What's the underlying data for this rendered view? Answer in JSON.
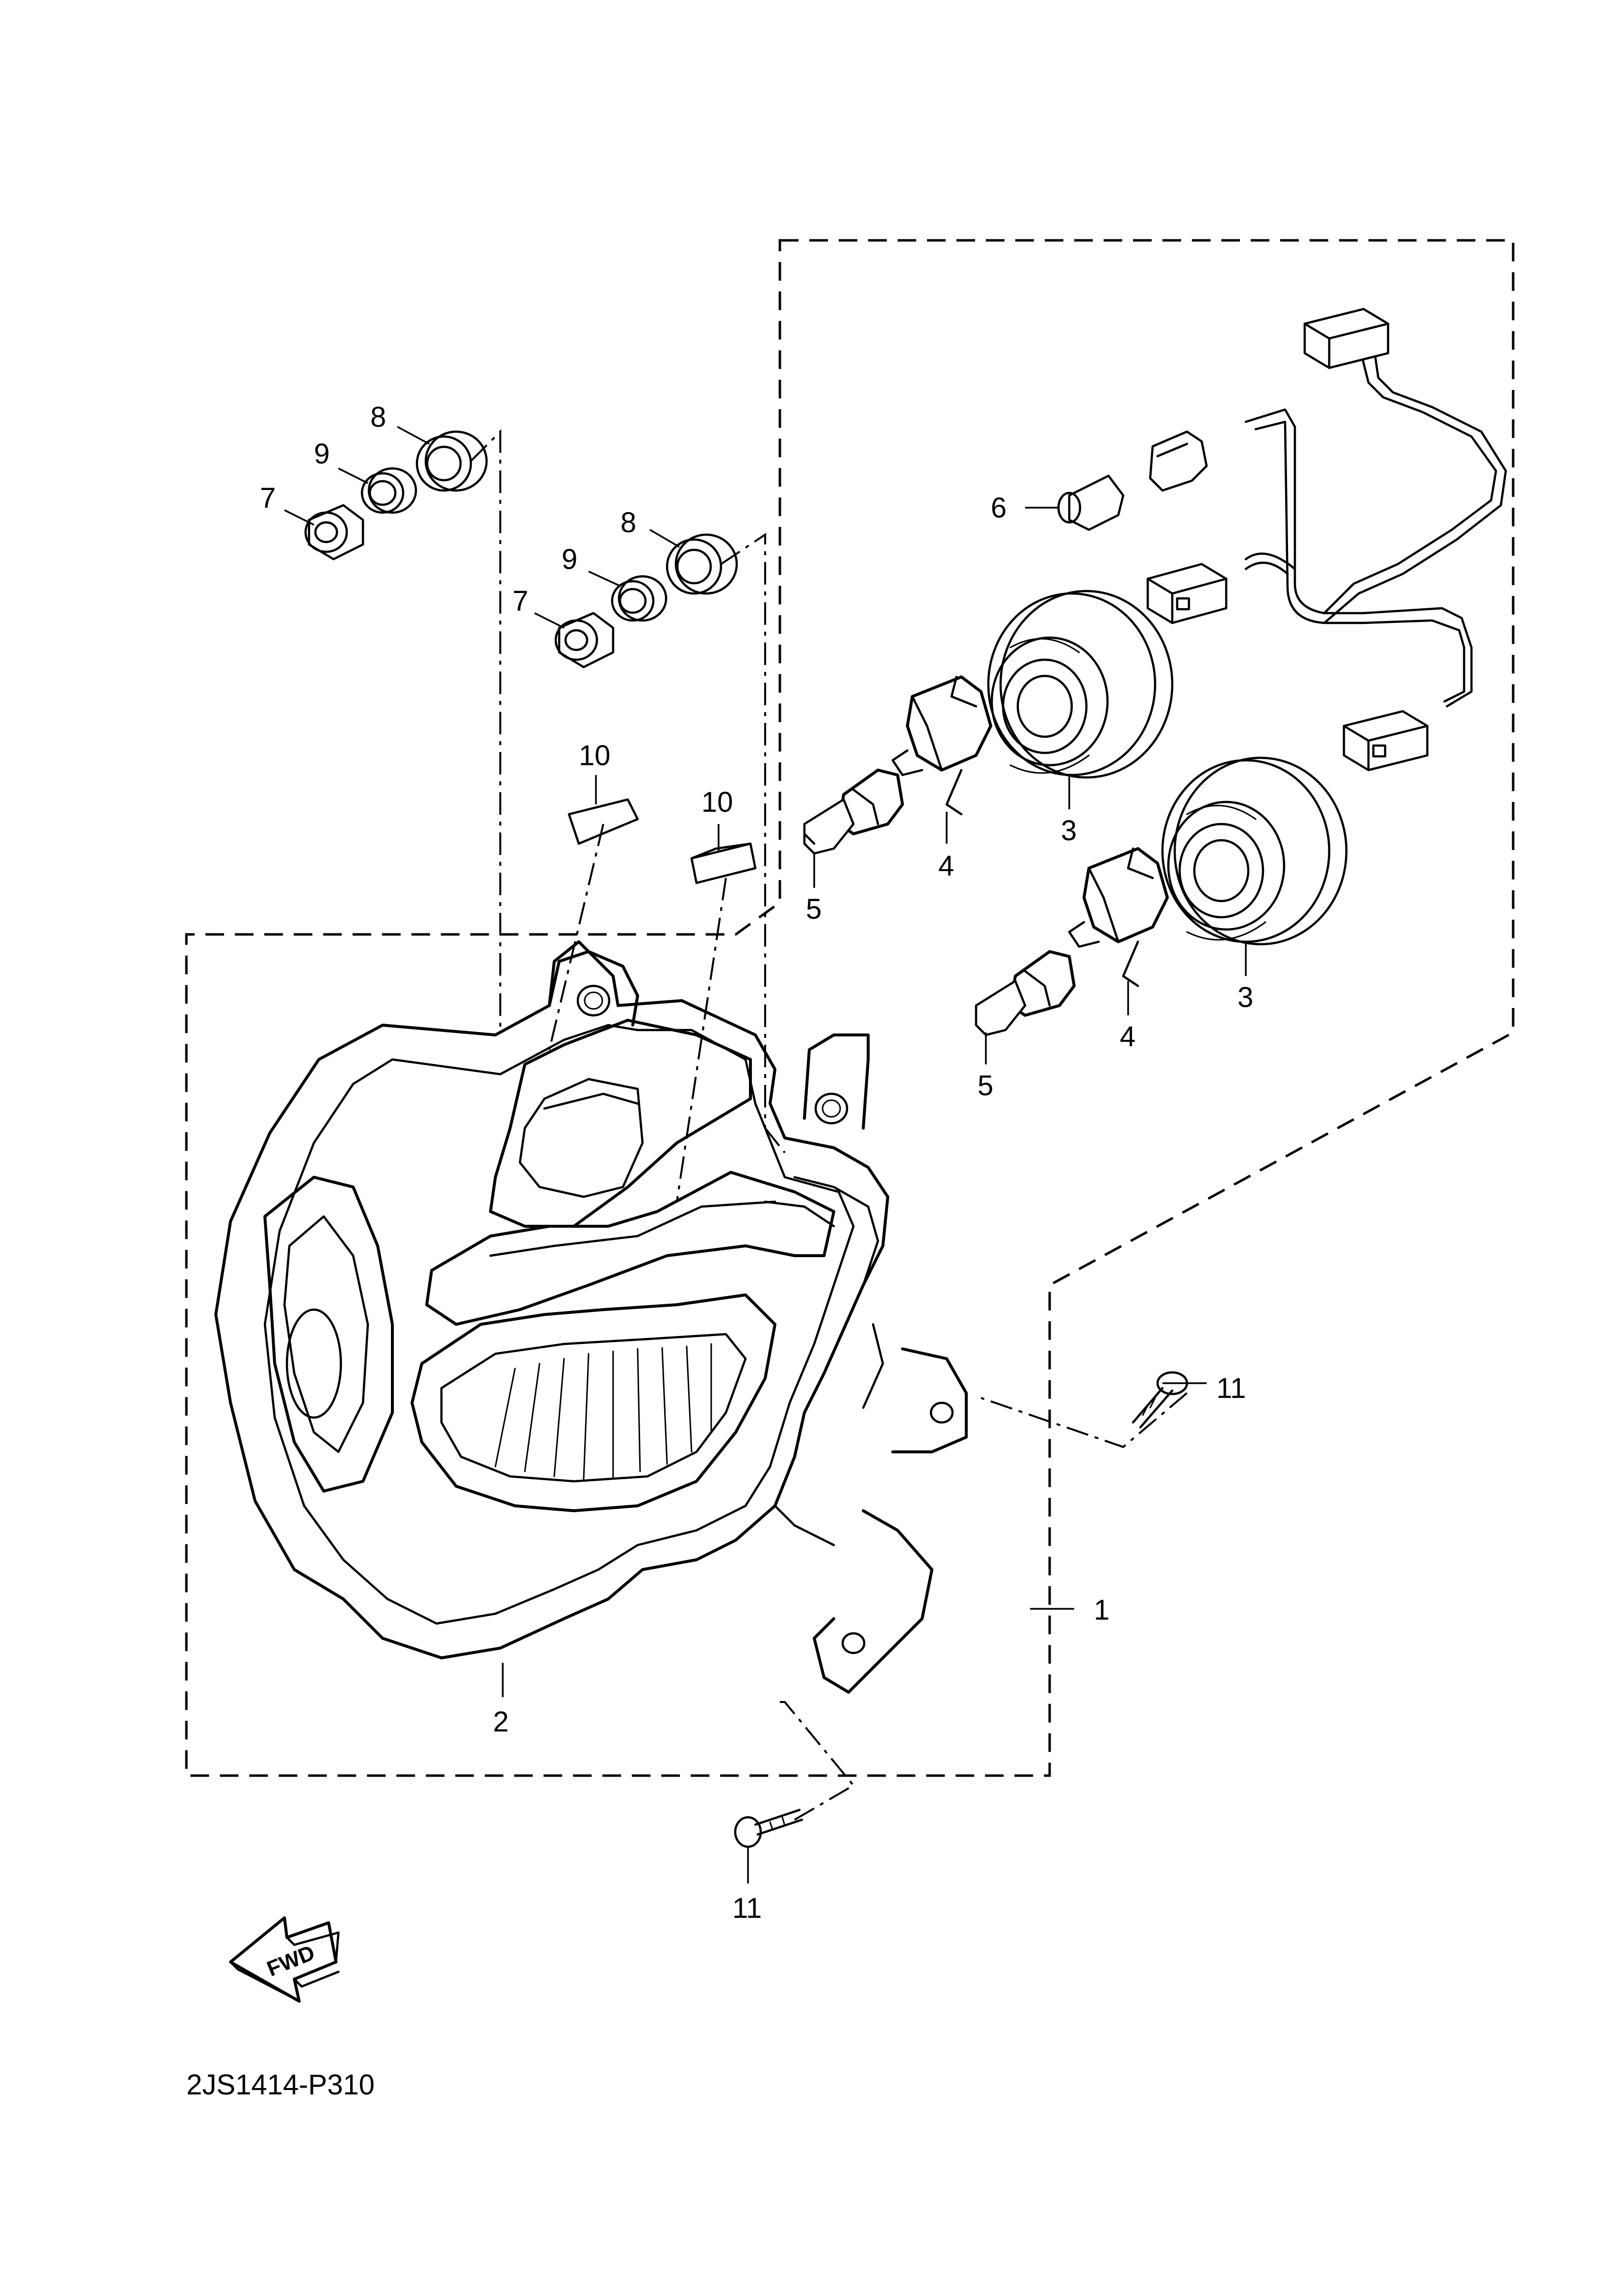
{
  "callouts": {
    "c1": "1",
    "c2": "2",
    "c3a": "3",
    "c3b": "3",
    "c4a": "4",
    "c4b": "4",
    "c5a": "5",
    "c5b": "5",
    "c6": "6",
    "c7a": "7",
    "c7b": "7",
    "c8a": "8",
    "c8b": "8",
    "c9a": "9",
    "c9b": "9",
    "c10a": "10",
    "c10b": "10",
    "c11a": "11",
    "c11b": "11"
  },
  "fwd_label": "FWD",
  "diagram_code": "2JS1414-P310"
}
